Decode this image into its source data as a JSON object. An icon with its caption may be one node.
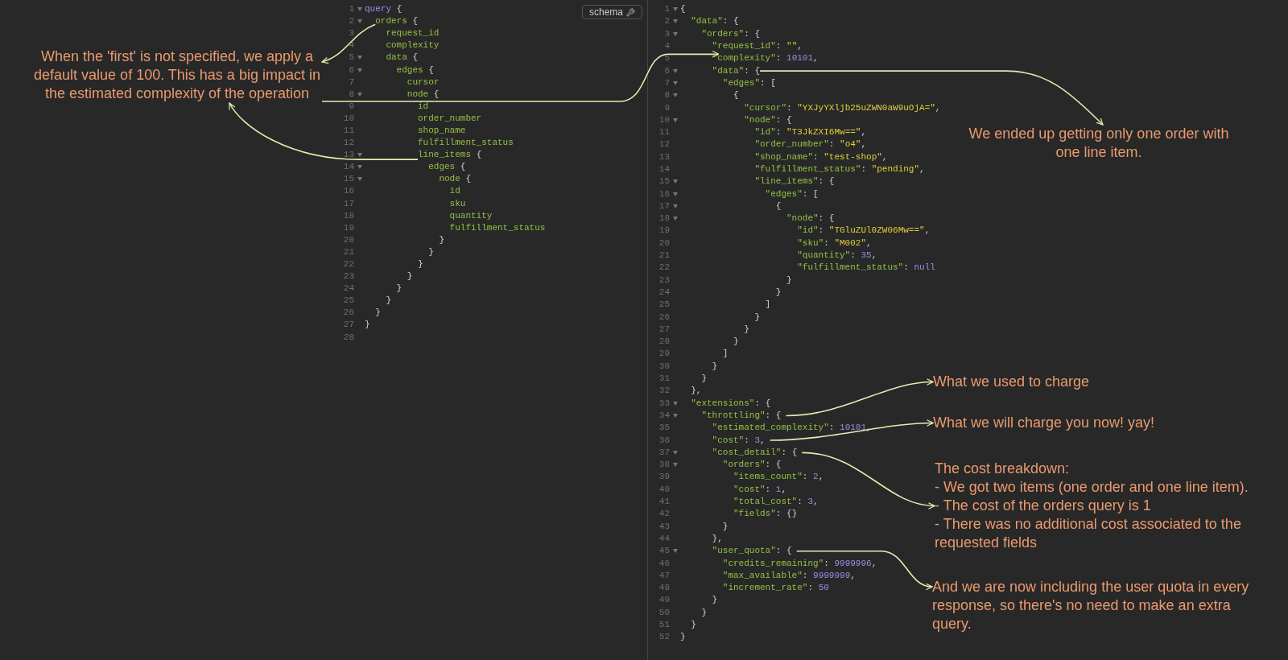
{
  "diagram": {
    "nodes": [
      {
        "text": [
          "When the 'first' is not specified, we apply a default value of 100. This has a big impact in the estimated complexity of the operation"
        ]
      },
      {
        "text": [
          "orders {"
        ]
      },
      {
        "text": [
          "line_items {"
        ]
      },
      {
        "text": [
          "\"complexity\": 10101,"
        ]
      },
      {
        "text": [
          "\"data\": {"
        ]
      },
      {
        "text": [
          "We ended up getting only one order with one line item."
        ]
      },
      {
        "text": [
          "\"throttling\": {"
        ]
      },
      {
        "text": [
          "What we used to charge"
        ]
      },
      {
        "text": [
          "\"cost\": 3,"
        ]
      },
      {
        "text": [
          "What we will charge you now! yay!"
        ]
      },
      {
        "text": [
          "\"cost_detail\": {"
        ]
      },
      {
        "text": [
          "The cost breakdown:",
          "- We got two items (one order and one line item).",
          "- The cost of the orders query is 1",
          "- There was no additional cost associated to the requested fields"
        ]
      },
      {
        "text": [
          "\"user_quota\": {"
        ]
      },
      {
        "text": [
          "And we are now including the user quota in every response, so there's no need to make an extra query."
        ]
      }
    ],
    "edges": [
      {
        "from": 1,
        "to": 0,
        "arrow": "to"
      },
      {
        "from": 0,
        "to": 3,
        "arrow": "to"
      },
      {
        "from": 2,
        "to": 0,
        "arrow": "to"
      },
      {
        "from": 4,
        "to": 5,
        "arrow": "to"
      },
      {
        "from": 6,
        "to": 7,
        "arrow": "to"
      },
      {
        "from": 8,
        "to": 9,
        "arrow": "to"
      },
      {
        "from": 10,
        "to": 11,
        "arrow": "to"
      },
      {
        "from": 12,
        "to": 13,
        "arrow": "to"
      }
    ],
    "labels": [
      "schema",
      "1",
      "query {",
      "2",
      "3",
      "request_id",
      "4",
      "complexity",
      "5",
      "data {",
      "6",
      "edges {",
      "7",
      "cursor",
      "8",
      "node {",
      "9",
      "id",
      "10",
      "order_number",
      "11",
      "shop_name",
      "12",
      "fulfillment_status",
      "13",
      "14",
      "edges {",
      "15",
      "node {",
      "16",
      "id",
      "17",
      "sku",
      "18",
      "quantity",
      "19",
      "fulfillment_status",
      "20",
      "}",
      "21",
      "}",
      "22",
      "}",
      "23",
      "}",
      "24",
      "}",
      "25",
      "}",
      "26",
      "}",
      "27",
      "}",
      "28",
      "1",
      "{",
      "2",
      "\"data\": {",
      "3",
      "\"orders\": {",
      "4",
      "\"request_id\": \"\",",
      "5",
      "6",
      "7",
      "\"edges\": [",
      "8",
      "{",
      "9",
      "\"cursor\": \"YXJyYXljb25uZWN0aW9uOjA=\",",
      "10",
      "\"node\": {",
      "11",
      "\"id\": \"T3JkZXI6Mw==\",",
      "12",
      "\"order_number\": \"o4\",",
      "13",
      "\"shop_name\": \"test-shop\",",
      "14",
      "\"fulfillment_status\": \"pending\",",
      "15",
      "\"line_items\": {",
      "16",
      "\"edges\": [",
      "17",
      "{",
      "18",
      "\"node\": {",
      "19",
      "\"id\": \"TGluZUl0ZW06Mw==\",",
      "20",
      "\"sku\": \"M002\",",
      "21",
      "\"quantity\": 35,",
      "22",
      "\"fulfillment_status\": null",
      "23",
      "}",
      "24",
      "}",
      "25",
      "]",
      "26",
      "}",
      "27",
      "}",
      "28",
      "}",
      "29",
      "]",
      "30",
      "}",
      "31",
      "}",
      "32",
      "},",
      "33",
      "\"extensions\": {",
      "34",
      "35",
      "\"estimated_complexity\": 10101,",
      "36",
      "37",
      "38",
      "\"orders\": {",
      "39",
      "\"items_count\": 2,",
      "40",
      "\"cost\": 1,",
      "41",
      "\"total_cost\": 3,",
      "42",
      "\"fields\": {}",
      "43",
      "}",
      "44",
      "},",
      "45",
      "46",
      "\"credits_remaining\": 9999996,",
      "47",
      "\"max_available\": 9999999,",
      "48",
      "\"increment_rate\": 50",
      "49",
      "}",
      "50",
      "}",
      "51",
      "}",
      "52",
      "}"
    ]
  }
}
